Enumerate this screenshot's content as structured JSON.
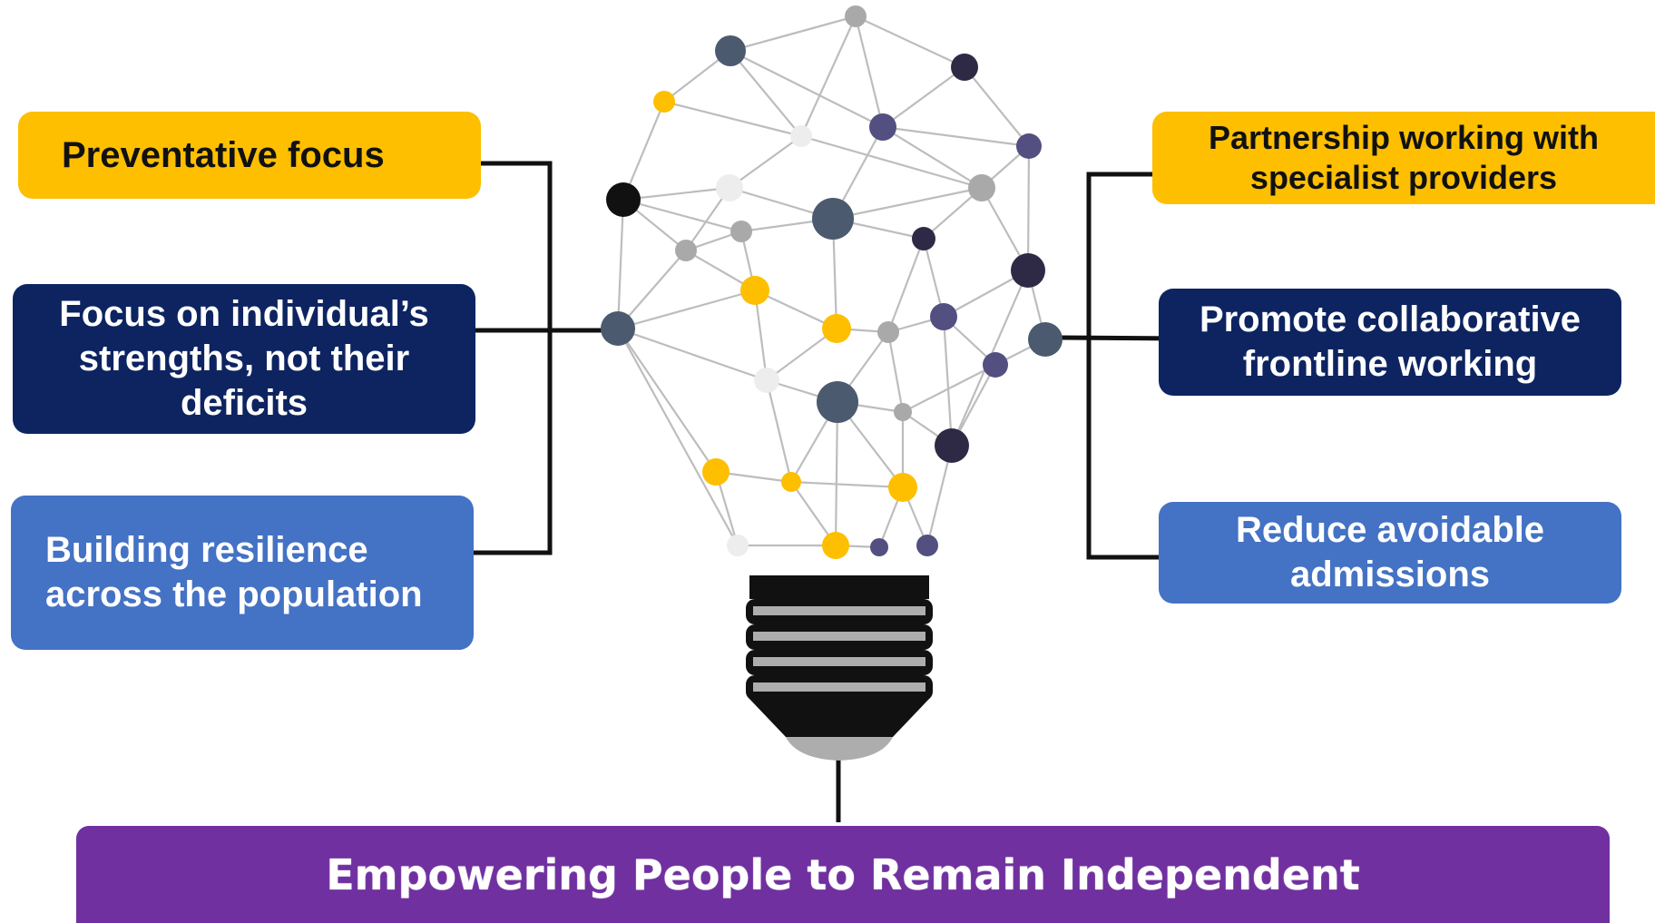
{
  "left_boxes": [
    {
      "lines": [
        "Preventative focus"
      ],
      "color": "#FDBF00"
    },
    {
      "lines": [
        "Focus on individual’s",
        "strengths, not their",
        "deficits"
      ],
      "color": "#0D2461"
    },
    {
      "lines": [
        "Building resilience",
        "across the population"
      ],
      "color": "#4472C4"
    }
  ],
  "right_boxes": [
    {
      "lines": [
        "Partnership working with",
        "specialist providers"
      ],
      "color": "#FDBF00"
    },
    {
      "lines": [
        "Promote collaborative",
        "frontline working"
      ],
      "color": "#0D2461"
    },
    {
      "lines": [
        "Reduce avoidable",
        "admissions"
      ],
      "color": "#4472C4"
    }
  ],
  "banner": {
    "text": "Empowering People to Remain Independent",
    "color": "#7030A0"
  },
  "bulb": {
    "node_colors": [
      "#4B5A6E",
      "#FDBF00",
      "#A9A9A9",
      "#2E2A45",
      "#534F80",
      "#EDEDED",
      "#111111"
    ]
  }
}
